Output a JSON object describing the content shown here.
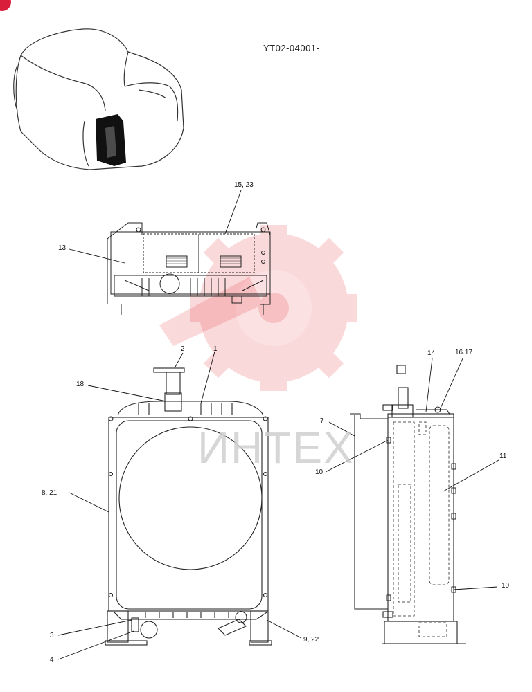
{
  "document": {
    "code": "YT02-04001-"
  },
  "watermark": {
    "text": "ИНТЕХ",
    "color": "#e8323a"
  },
  "callouts": {
    "c15_23": "15, 23",
    "c13": "13",
    "c2": "2",
    "c1": "1",
    "c18": "18",
    "c14": "14",
    "c16_17": "16.17",
    "c7": "7",
    "c10a": "10",
    "c11": "11",
    "c8_21": "8, 21",
    "c10b": "10",
    "c3": "3",
    "c4": "4",
    "c9_22": "9, 22"
  }
}
